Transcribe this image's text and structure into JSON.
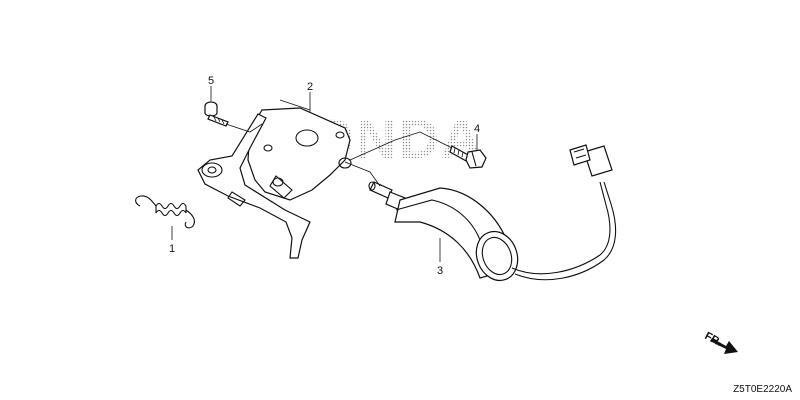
{
  "watermark": "HONDA",
  "callouts": [
    {
      "id": "spring",
      "label": "1"
    },
    {
      "id": "bracket",
      "label": "2"
    },
    {
      "id": "solenoid",
      "label": "3"
    },
    {
      "id": "bolt",
      "label": "4"
    },
    {
      "id": "screw",
      "label": "5"
    }
  ],
  "direction_indicator": "FR.",
  "diagram_code": "Z5T0E2220A",
  "colors": {
    "line": "#111111",
    "watermark": "#9a9a9a",
    "background": "#ffffff"
  }
}
